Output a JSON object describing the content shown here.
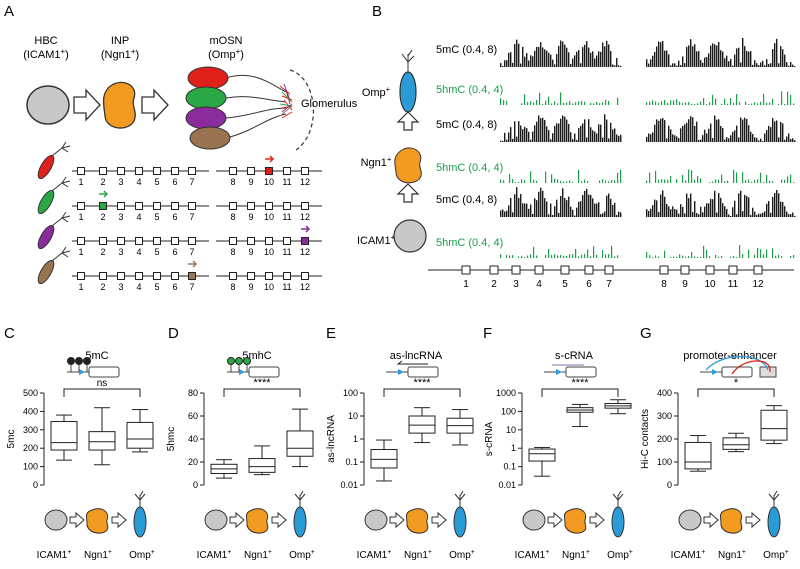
{
  "panel_letters": {
    "a": "A",
    "b": "B",
    "c": "C",
    "d": "D",
    "e": "E",
    "f": "F",
    "g": "G"
  },
  "panel_a": {
    "hbc": {
      "name": "HBC",
      "marker": "(ICAM1",
      "sup": "+",
      "close": ")"
    },
    "inp": {
      "name": "INP",
      "marker": "(Ngn1",
      "sup": "+",
      "close": ")"
    },
    "mosn": {
      "name": "mOSN",
      "marker": "(Omp",
      "sup": "+",
      "close": ")"
    },
    "glomerulus": "Glomerulus",
    "numbers": [
      "1",
      "2",
      "3",
      "4",
      "5",
      "6",
      "7",
      "8",
      "9",
      "10",
      "11",
      "12"
    ],
    "rows": [
      {
        "color": "#e0201b",
        "active": 10
      },
      {
        "color": "#2aa845",
        "active": 2
      },
      {
        "color": "#8a2c9c",
        "active": 12
      },
      {
        "color": "#9a7350",
        "active": 7
      }
    ]
  },
  "panel_b": {
    "stages": [
      {
        "label": "Omp",
        "sup": "+",
        "color": "#2b9bd8",
        "top": "5mC (0.4, 8)",
        "bottom": "5hmC (0.4, 4)"
      },
      {
        "label": "Ngn1",
        "sup": "+",
        "color": "#f39a21",
        "top": "5mC (0.4, 8)",
        "bottom": "5hmC (0.4, 4)"
      },
      {
        "label": "ICAM1",
        "sup": "+",
        "color": "#c8c8c8",
        "top": "5mC (0.4, 8)",
        "bottom": "5hmC (0.4, 4)"
      }
    ],
    "numbers": [
      "1",
      "2",
      "3",
      "4",
      "5",
      "6",
      "7",
      "8",
      "9",
      "10",
      "11",
      "12"
    ],
    "track_colors": {
      "mc": "#1a1a1a",
      "hmc": "#1aa04a"
    }
  },
  "chart_data": [
    {
      "panel": "C",
      "type": "box",
      "title": "5mC",
      "ylabel": "5mc",
      "categories": [
        "ICAM1+",
        "Ngn1+",
        "Omp+"
      ],
      "yscale": "linear",
      "ylim": [
        0,
        500
      ],
      "yticks": [
        "0",
        "100",
        "200",
        "300",
        "400",
        "500"
      ],
      "boxes": [
        {
          "min": 135,
          "q1": 190,
          "median": 230,
          "q3": 345,
          "max": 380
        },
        {
          "min": 110,
          "q1": 190,
          "median": 235,
          "q3": 290,
          "max": 420
        },
        {
          "min": 180,
          "q1": 200,
          "median": 250,
          "q3": 340,
          "max": 410
        }
      ],
      "significance": "ns"
    },
    {
      "panel": "D",
      "type": "box",
      "title": "5mhC",
      "ylabel": "5hmc",
      "categories": [
        "ICAM1+",
        "Ngn1+",
        "Omp+"
      ],
      "yscale": "linear",
      "ylim": [
        0,
        80
      ],
      "yticks": [
        "0",
        "20",
        "40",
        "60",
        "80"
      ],
      "boxes": [
        {
          "min": 6,
          "q1": 10,
          "median": 14,
          "q3": 18,
          "max": 22
        },
        {
          "min": 9,
          "q1": 11,
          "median": 16,
          "q3": 23,
          "max": 34
        },
        {
          "min": 16,
          "q1": 25,
          "median": 32,
          "q3": 47,
          "max": 66
        }
      ],
      "significance": "****"
    },
    {
      "panel": "E",
      "type": "box",
      "title": "as-lncRNA",
      "ylabel": "as-lncRNA",
      "categories": [
        "ICAM1+",
        "Ngn1+",
        "Omp+"
      ],
      "yscale": "log",
      "ylim": [
        0.01,
        100
      ],
      "yticks": [
        "0.01",
        "0.1",
        "1",
        "10",
        "100"
      ],
      "boxes": [
        {
          "min": 0.015,
          "q1": 0.055,
          "median": 0.13,
          "q3": 0.35,
          "max": 0.9
        },
        {
          "min": 0.7,
          "q1": 1.8,
          "median": 4,
          "q3": 10,
          "max": 23
        },
        {
          "min": 0.55,
          "q1": 1.8,
          "median": 3.8,
          "q3": 8,
          "max": 19
        }
      ],
      "significance": "****"
    },
    {
      "panel": "F",
      "type": "box",
      "title": "s-cRNA",
      "ylabel": "s-cRNA",
      "categories": [
        "ICAM1+",
        "Ngn1+",
        "Omp+"
      ],
      "yscale": "log",
      "ylim": [
        0.01,
        1000
      ],
      "yticks": [
        "0.01",
        "0.1",
        "1",
        "10",
        "100",
        "1000"
      ],
      "boxes": [
        {
          "min": 0.03,
          "q1": 0.2,
          "median": 0.5,
          "q3": 0.9,
          "max": 1.1
        },
        {
          "min": 15,
          "q1": 90,
          "median": 120,
          "q3": 160,
          "max": 240
        },
        {
          "min": 75,
          "q1": 150,
          "median": 200,
          "q3": 270,
          "max": 430
        }
      ],
      "significance": "****"
    },
    {
      "panel": "G",
      "type": "box",
      "title": "promoter-enhancer",
      "ylabel": "Hi-C contacts",
      "categories": [
        "ICAM1+",
        "Ngn1+",
        "Omp+"
      ],
      "yscale": "linear",
      "ylim": [
        0,
        400
      ],
      "yticks": [
        "0",
        "100",
        "200",
        "300",
        "400"
      ],
      "boxes": [
        {
          "min": 60,
          "q1": 70,
          "median": 100,
          "q3": 185,
          "max": 215
        },
        {
          "min": 145,
          "q1": 155,
          "median": 175,
          "q3": 205,
          "max": 225
        },
        {
          "min": 180,
          "q1": 195,
          "median": 245,
          "q3": 325,
          "max": 345
        }
      ],
      "significance": "*"
    }
  ],
  "xlabels": [
    {
      "label": "ICAM1",
      "sup": "+"
    },
    {
      "label": "Ngn1",
      "sup": "+"
    },
    {
      "label": "Omp",
      "sup": "+"
    }
  ],
  "cell_colors": {
    "icam": "#c8c8c8",
    "ngn": "#f39a21",
    "omp": "#2b9bd8"
  }
}
